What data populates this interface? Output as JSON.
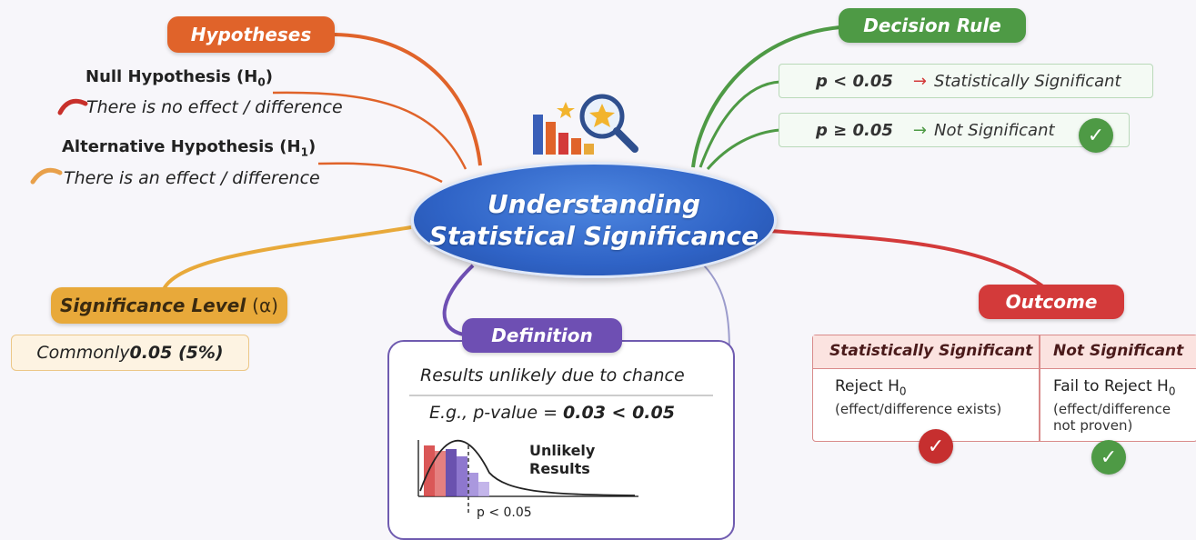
{
  "center": {
    "line1": "Understanding",
    "line2": "Statistical Significance"
  },
  "hypotheses": {
    "title": "Hypotheses",
    "null_title": "Null Hypothesis (H",
    "null_sub": "0",
    "null_close": ")",
    "null_desc": "There is no effect / difference",
    "alt_title": "Alternative Hypothesis (H",
    "alt_sub": "1",
    "alt_close": ")",
    "alt_desc": "There is an effect / difference",
    "color": "#e0632a"
  },
  "decision_rule": {
    "title": "Decision Rule",
    "rules": [
      {
        "condition": "p < 0.05",
        "arrow": "→",
        "result": "Statistically Significant"
      },
      {
        "condition": "p ≥ 0.05",
        "arrow": "→",
        "result": "Not Significant"
      }
    ],
    "color": "#4e9a45"
  },
  "significance_level": {
    "title": "Significance Level",
    "symbol": "(α)",
    "value_prefix": "Commonly ",
    "value": "0.05 (5%)",
    "color": "#e8a93a"
  },
  "definition": {
    "title": "Definition",
    "text": "Results unlikely due to chance",
    "example_prefix": "E.g., p-value = ",
    "example_value": "0.03 < 0.05",
    "chart_label_1": "Unlikely",
    "chart_label_2": "Results",
    "threshold": "p < 0.05",
    "color": "#6e4fb3"
  },
  "outcome": {
    "title": "Outcome",
    "columns": [
      {
        "header": "Statistically Significant",
        "decision": "Reject H",
        "sub": "0",
        "note1": "(effect/difference exists)",
        "note2": ""
      },
      {
        "header": "Not Significant",
        "decision": "Fail to Reject H",
        "sub": "0",
        "note1": "(effect/difference",
        "note2": "not proven)"
      }
    ],
    "color": "#d33a3a"
  },
  "icons": {
    "check": "✓"
  }
}
